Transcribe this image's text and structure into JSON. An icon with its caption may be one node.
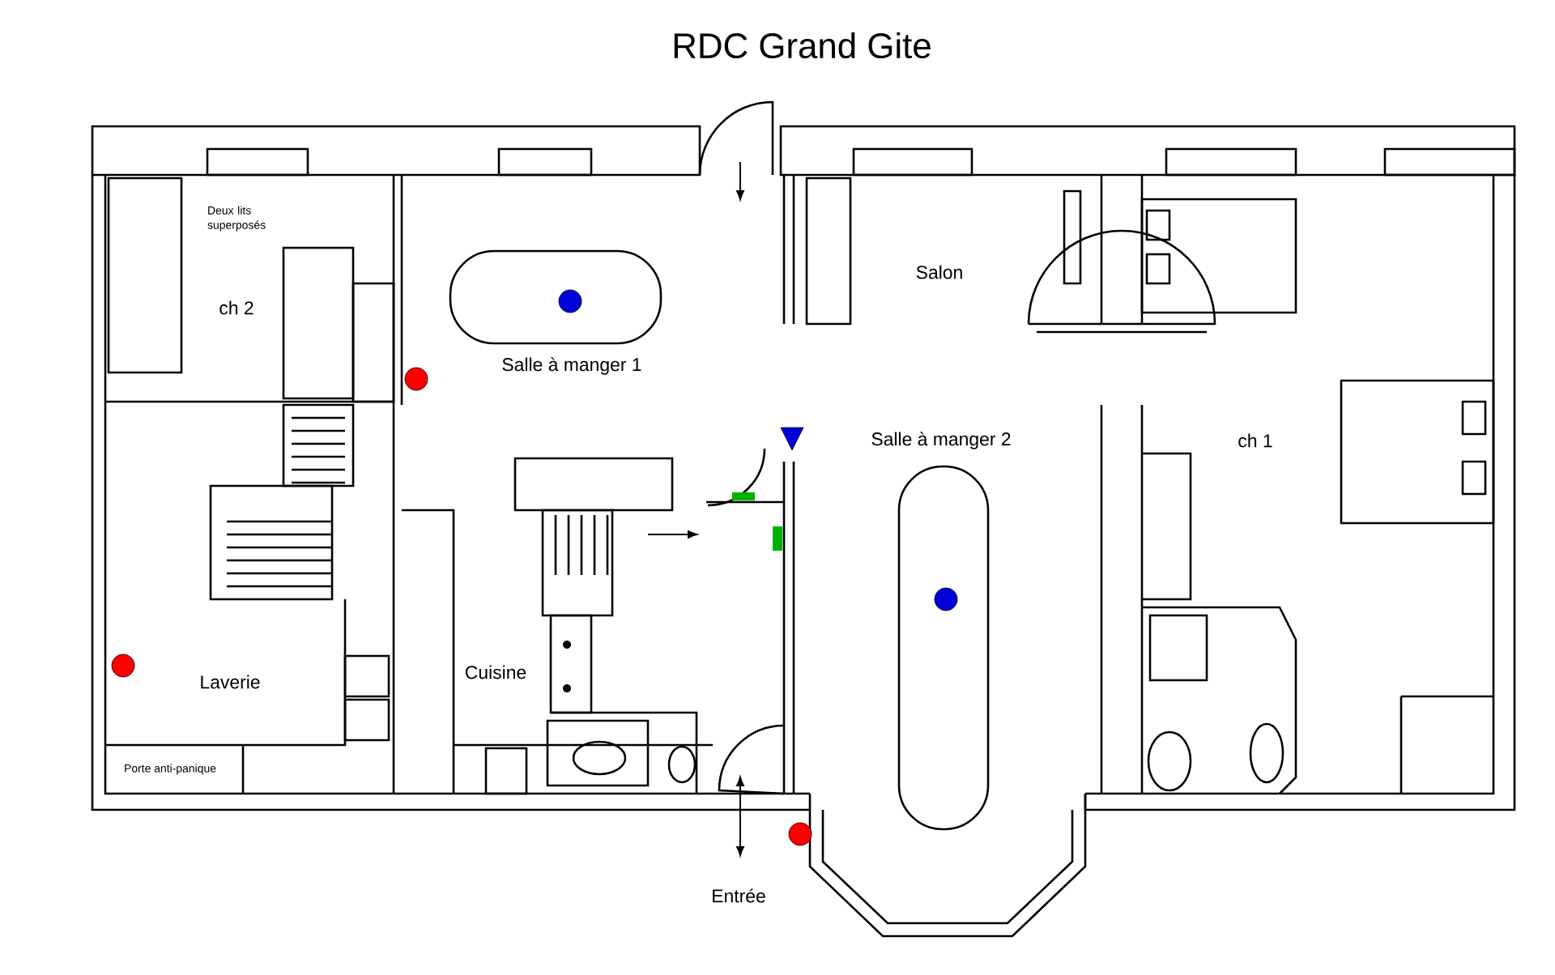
{
  "diagram": {
    "title": "RDC  Grand Gite",
    "labels": [
      "Deux lits superposés",
      "ch 2",
      "Salle à manger 1",
      "Salon",
      "Salle à manger 2",
      "ch 1",
      "Laverie",
      "Cuisine",
      "Porte anti-panique",
      "Entrée"
    ]
  }
}
